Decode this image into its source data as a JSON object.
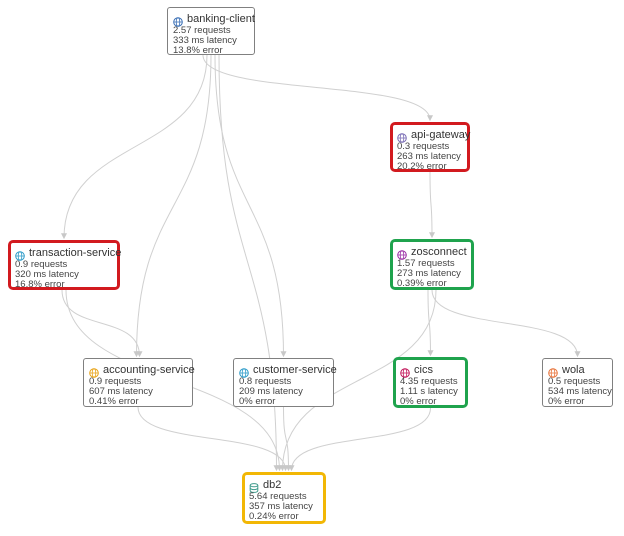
{
  "nodes": [
    {
      "id": "banking-client",
      "name": "banking-client",
      "requests": "2.57 requests",
      "latency": "333 ms latency",
      "error": "13.8% error",
      "icon": "globe-icon",
      "icon_color": "#3a6fb5",
      "status": "normal"
    },
    {
      "id": "api-gateway",
      "name": "api-gateway",
      "requests": "0.3 requests",
      "latency": "263 ms latency",
      "error": "20.2% error",
      "icon": "globe-icon",
      "icon_color": "#7a6db5",
      "status": "critical"
    },
    {
      "id": "transaction-service",
      "name": "transaction-service",
      "requests": "0.9 requests",
      "latency": "320 ms latency",
      "error": "16.8% error",
      "icon": "globe-icon",
      "icon_color": "#2f9cc9",
      "status": "critical"
    },
    {
      "id": "zosconnect",
      "name": "zosconnect",
      "requests": "1.57 requests",
      "latency": "273 ms latency",
      "error": "0.39% error",
      "icon": "globe-icon",
      "icon_color": "#9b2fa6",
      "status": "healthy"
    },
    {
      "id": "accounting-service",
      "name": "accounting-service",
      "requests": "0.9 requests",
      "latency": "607 ms latency",
      "error": "0.41% error",
      "icon": "globe-icon",
      "icon_color": "#e8a317",
      "status": "normal"
    },
    {
      "id": "customer-service",
      "name": "customer-service",
      "requests": "0.8 requests",
      "latency": "209 ms latency",
      "error": "0% error",
      "icon": "globe-icon",
      "icon_color": "#2f9cc9",
      "status": "normal"
    },
    {
      "id": "cics",
      "name": "cics",
      "requests": "4.35 requests",
      "latency": "1.11 s latency",
      "error": "0% error",
      "icon": "globe-icon",
      "icon_color": "#c2185b",
      "status": "healthy"
    },
    {
      "id": "wola",
      "name": "wola",
      "requests": "0.5 requests",
      "latency": "534 ms latency",
      "error": "0% error",
      "icon": "globe-icon",
      "icon_color": "#e8743b",
      "status": "normal"
    },
    {
      "id": "db2",
      "name": "db2",
      "requests": "5.64 requests",
      "latency": "357 ms latency",
      "error": "0.24% error",
      "icon": "database-icon",
      "icon_color": "#3f9b8c",
      "status": "warning"
    }
  ],
  "edges": [
    {
      "from": "banking-client",
      "to": "api-gateway"
    },
    {
      "from": "banking-client",
      "to": "transaction-service"
    },
    {
      "from": "banking-client",
      "to": "accounting-service"
    },
    {
      "from": "banking-client",
      "to": "customer-service"
    },
    {
      "from": "banking-client",
      "to": "db2"
    },
    {
      "from": "api-gateway",
      "to": "zosconnect"
    },
    {
      "from": "transaction-service",
      "to": "accounting-service"
    },
    {
      "from": "transaction-service",
      "to": "db2"
    },
    {
      "from": "zosconnect",
      "to": "cics"
    },
    {
      "from": "zosconnect",
      "to": "wola"
    },
    {
      "from": "zosconnect",
      "to": "db2"
    },
    {
      "from": "accounting-service",
      "to": "db2"
    },
    {
      "from": "customer-service",
      "to": "db2"
    },
    {
      "from": "cics",
      "to": "db2"
    }
  ]
}
